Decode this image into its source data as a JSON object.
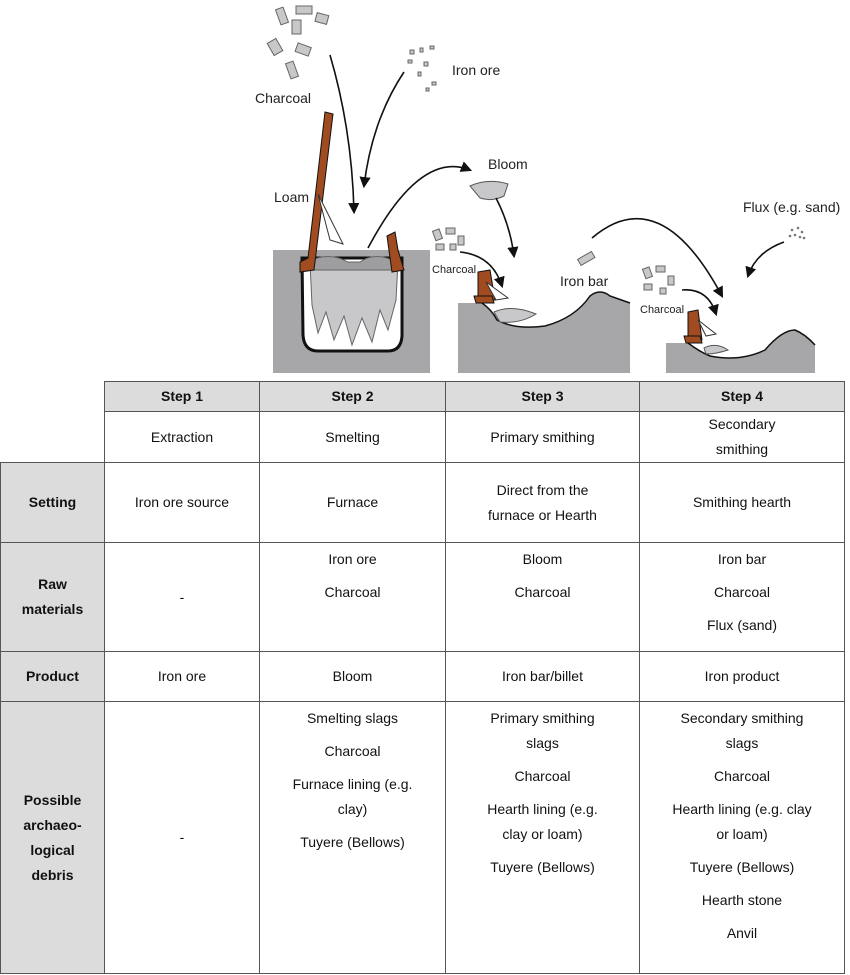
{
  "diagram": {
    "labels": {
      "charcoal_top": "Charcoal",
      "iron_ore": "Iron ore",
      "loam": "Loam",
      "bloom": "Bloom",
      "charcoal_mid": "Charcoal",
      "iron_bar": "Iron bar",
      "flux": "Flux (e.g. sand)",
      "charcoal_right": "Charcoal"
    },
    "colors": {
      "ground": "#a7a7a9",
      "loam": "#a14b20",
      "material": "#c8c8ca"
    }
  },
  "table": {
    "headers": [
      "Step 1",
      "Step 2",
      "Step 3",
      "Step 4"
    ],
    "process": [
      "Extraction",
      "Smelting",
      "Primary smithing",
      "Secondary smithing"
    ],
    "rows": {
      "setting": {
        "label": "Setting",
        "cells": [
          "Iron ore source",
          "Furnace",
          "Direct from the furnace or Hearth",
          "Smithing hearth"
        ]
      },
      "raw_materials": {
        "label": "Raw materials",
        "cells": [
          [
            "-"
          ],
          [
            "Iron ore",
            "Charcoal"
          ],
          [
            "Bloom",
            "Charcoal"
          ],
          [
            "Iron bar",
            "Charcoal",
            "Flux (sand)"
          ]
        ]
      },
      "product": {
        "label": "Product",
        "cells": [
          "Iron ore",
          "Bloom",
          "Iron bar/billet",
          "Iron product"
        ]
      },
      "debris": {
        "label": "Possible archaeo-logical debris",
        "cells": [
          [
            "-"
          ],
          [
            "Smelting slags",
            "Charcoal",
            "Furnace lining (e.g. clay)",
            "Tuyere (Bellows)"
          ],
          [
            "Primary smithing slags",
            "Charcoal",
            "Hearth lining (e.g. clay or loam)",
            "Tuyere (Bellows)"
          ],
          [
            "Secondary smithing slags",
            "Charcoal",
            "Hearth lining (e.g. clay or loam)",
            "Tuyere (Bellows)",
            "Hearth stone",
            "Anvil"
          ]
        ]
      }
    }
  }
}
